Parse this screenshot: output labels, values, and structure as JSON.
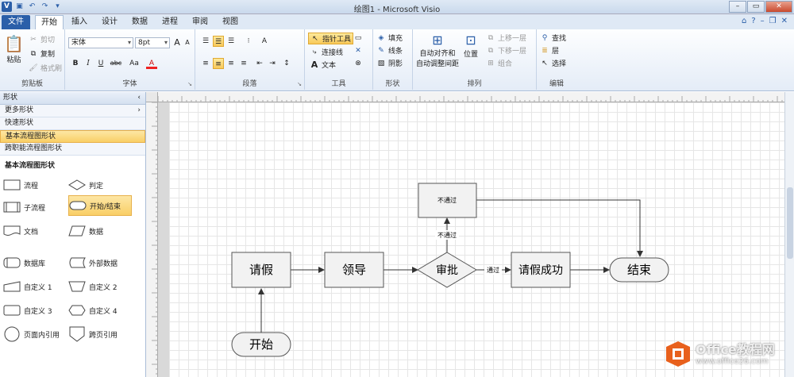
{
  "window": {
    "title": "绘图1 - Microsoft Visio"
  },
  "tabs": [
    "文件",
    "开始",
    "插入",
    "设计",
    "数据",
    "进程",
    "审阅",
    "视图"
  ],
  "ribbon": {
    "clipboard": {
      "paste": "粘贴",
      "cut": "剪切",
      "copy": "复制",
      "format_painter": "格式刷",
      "label": "剪贴板"
    },
    "font": {
      "name": "宋体",
      "size": "8pt",
      "label": "字体",
      "bold": "B",
      "italic": "I",
      "underline": "U",
      "strike": "abc",
      "case": "Aa",
      "grow": "A",
      "color": "A"
    },
    "paragraph": {
      "label": "段落"
    },
    "tools": {
      "pointer": "指针工具",
      "connector": "连接线",
      "text": "文本",
      "label": "工具"
    },
    "shape": {
      "fill": "填充",
      "line": "线条",
      "shadow": "阴影",
      "label": "形状"
    },
    "arrange": {
      "auto_align": "自动对齐和",
      "auto_space": "自动调整间距",
      "position": "位置",
      "bring_forward": "上移一层",
      "send_backward": "下移一层",
      "group": "组合",
      "label": "排列"
    },
    "editing": {
      "find": "查找",
      "layers": "层",
      "select": "选择",
      "label": "编辑"
    }
  },
  "panel": {
    "title": "形状",
    "stencils": [
      "更多形状",
      "快速形状",
      "基本流程图形状",
      "跨职能流程图形状"
    ],
    "section": "基本流程图形状",
    "shapes": [
      "流程",
      "判定",
      "子流程",
      "开始/结束",
      "文档",
      "数据",
      "数据库",
      "外部数据",
      "自定义 1",
      "自定义 2",
      "自定义 3",
      "自定义 4",
      "页面内引用",
      "跨页引用"
    ]
  },
  "diagram": {
    "nodes": {
      "leave": "请假",
      "leader": "领导",
      "approve": "审批",
      "success": "请假成功",
      "end": "结束",
      "start": "开始",
      "reject": "不通过"
    },
    "edge_labels": {
      "reject": "不通过",
      "pass": "通过"
    }
  },
  "watermark": {
    "line1": "Office教程网",
    "line2": "www.office26.com"
  }
}
